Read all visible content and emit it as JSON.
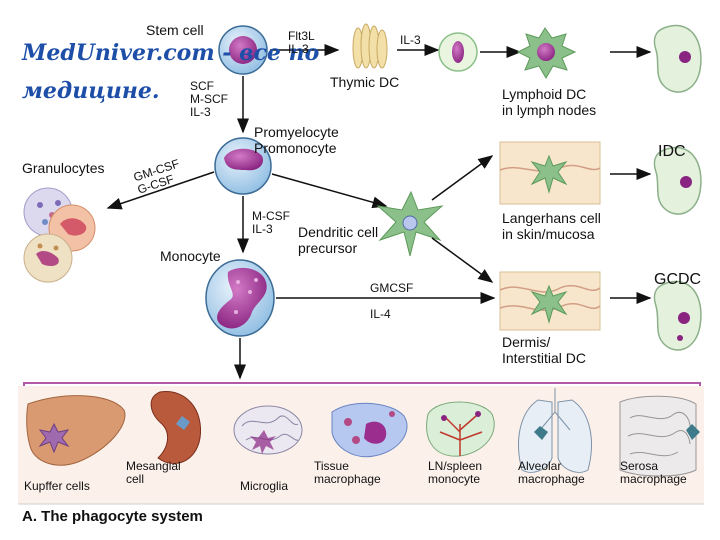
{
  "watermark": {
    "line1": "MedUniver.com - все по",
    "line2": "медицине."
  },
  "cells": {
    "stem_cell": "Stem cell",
    "thymic_dc": "Thymic DC",
    "lymphoid_dc": "Lymphoid DC\nin lymph nodes",
    "promyelocyte": "Promyelocyte\nPromonocyte",
    "granulocytes": "Granulocytes",
    "dendritic_precursor": "Dendritic cell\nprecursor",
    "monocyte": "Monocyte",
    "langerhans": "Langerhans cell\nin skin/mucosa",
    "dermis": "Dermis/\nInterstitial DC",
    "idc": "IDC",
    "gcdc": "GCDC"
  },
  "factors": {
    "flt3l": "Flt3L\nIL-3",
    "il3_top": "IL-3",
    "scf": "SCF\nM-SCF\nIL-3",
    "gmcsf_gcsf": "GM-CSF\nG-CSF",
    "mcsf_il3": "M-CSF\nIL-3",
    "gmcsf_il4": "GMCSF\n\nIL-4"
  },
  "phagocytes": [
    "Kupffer cells",
    "Mesangial\ncell",
    "Microglia",
    "Tissue\nmacrophage",
    "LN/spleen\nmonocyte",
    "Alveolar\nmacrophage",
    "Serosa\nmacrophage"
  ],
  "caption": "A. The phagocyte system",
  "colors": {
    "arrow": "#111111",
    "bracket": "#b05aa8",
    "nucleus": "#9b2d8e",
    "cytoplasm": "#b9d6ee",
    "skin": "#f4d9b4",
    "dc_green": "#8cc08a"
  }
}
